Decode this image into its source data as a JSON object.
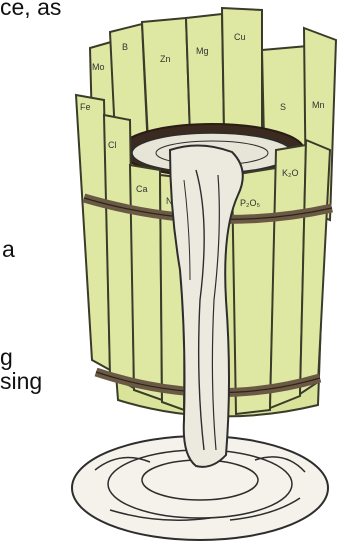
{
  "page_text": {
    "fragments": [
      "ce, as",
      "a",
      "g",
      "sing"
    ]
  },
  "barrel": {
    "staves": [
      {
        "label": "Mo"
      },
      {
        "label": "B"
      },
      {
        "label": "Zn"
      },
      {
        "label": "Mg"
      },
      {
        "label": "Cu"
      },
      {
        "label": "Fe"
      },
      {
        "label": "S"
      },
      {
        "label": "Mn"
      },
      {
        "label": "Cl"
      },
      {
        "label": "K₂O"
      },
      {
        "label": "Ca"
      },
      {
        "label": "N"
      },
      {
        "label": "P₂O₅"
      }
    ]
  },
  "colors": {
    "stave_fill": "#dfe8a2",
    "stave_stroke": "#3b3b2a",
    "hoop": "#6a5a45",
    "rim_dark": "#3a2a20",
    "water": "#ece9df",
    "water_stroke": "#2d2d2d"
  }
}
